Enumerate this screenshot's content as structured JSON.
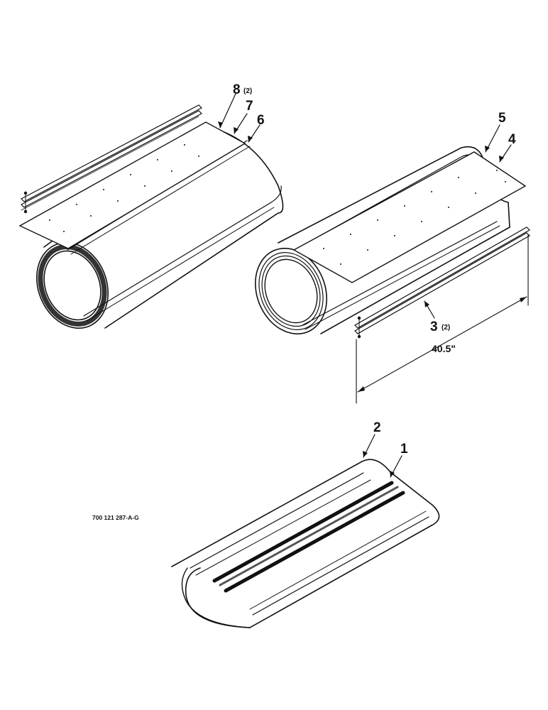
{
  "callouts": {
    "c8": "8",
    "c8_qty": "(2)",
    "c7": "7",
    "c6": "6",
    "c5": "5",
    "c4": "4",
    "c3": "3",
    "c3_qty": "(2)",
    "c2": "2",
    "c1": "1"
  },
  "dimension": "40.5\"",
  "drawing_code": "700 121 287-A-G"
}
